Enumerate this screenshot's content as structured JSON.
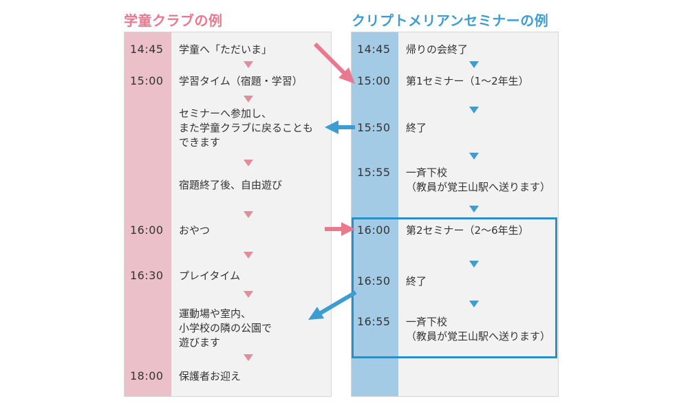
{
  "left": {
    "title": "学童クラブの例",
    "color": "#e8798f",
    "band_color": "#ebc0c8",
    "rows": [
      {
        "time": "14:45",
        "lines": [
          "学童へ「ただいま」"
        ]
      },
      {
        "time": "15:00",
        "lines": [
          "学習タイム（宿題・学習）"
        ]
      },
      {
        "time": "",
        "lines": [
          "セミナーへ参加し、",
          "また学童クラブに戻ることも",
          "できます"
        ]
      },
      {
        "time": "",
        "lines": [
          "宿題終了後、自由遊び"
        ]
      },
      {
        "time": "16:00",
        "lines": [
          "おやつ"
        ]
      },
      {
        "time": "16:30",
        "lines": [
          "プレイタイム"
        ]
      },
      {
        "time": "",
        "lines": [
          "運動場や室内、",
          "小学校の隣の公園で",
          "遊びます"
        ]
      },
      {
        "time": "18:00",
        "lines": [
          "保護者お迎え"
        ]
      }
    ]
  },
  "right": {
    "title": "クリプトメリアンセミナーの例",
    "color": "#3d9dd3",
    "band_color": "#a3cbe6",
    "rows": [
      {
        "time": "14:45",
        "lines": [
          "帰りの会終了"
        ]
      },
      {
        "time": "15:00",
        "lines": [
          "第1セミナー（1〜2年生）"
        ]
      },
      {
        "time": "15:50",
        "lines": [
          "終了"
        ]
      },
      {
        "time": "15:55",
        "lines": [
          "一斉下校",
          "（教員が覚王山駅へ送ります）"
        ]
      },
      {
        "time": "16:00",
        "lines": [
          "第2セミナー（2〜6年生）"
        ]
      },
      {
        "time": "16:50",
        "lines": [
          "終了"
        ]
      },
      {
        "time": "16:55",
        "lines": [
          "一斉下校",
          "（教員が覚王山駅へ送ります）"
        ]
      }
    ]
  },
  "arrow_colors": {
    "pink": "#e8798f",
    "blue": "#3d9dd3"
  }
}
